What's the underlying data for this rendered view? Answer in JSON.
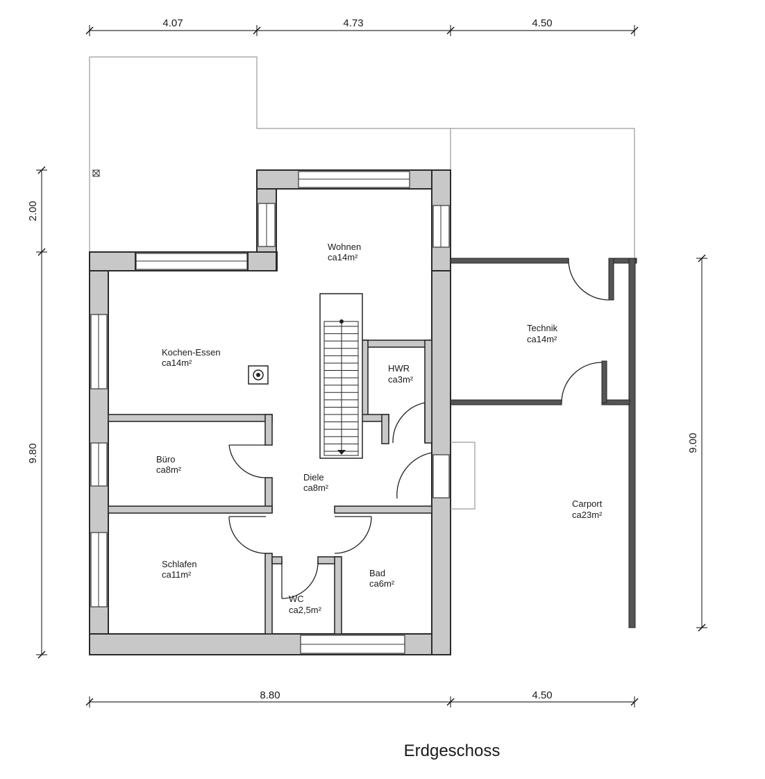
{
  "title": "Erdgeschoss",
  "dimensions": {
    "top": [
      "4.07",
      "4.73",
      "4.50"
    ],
    "bottom": [
      "8.80",
      "4.50"
    ],
    "left_upper": "2.00",
    "left_lower": "9.80",
    "right": "9.00"
  },
  "rooms": {
    "wohnen": {
      "name": "Wohnen",
      "area": "ca14m²"
    },
    "kochen": {
      "name": "Kochen-Essen",
      "area": "ca14m²"
    },
    "hwr": {
      "name": "HWR",
      "area": "ca3m²"
    },
    "technik": {
      "name": "Technik",
      "area": "ca14m²"
    },
    "buero": {
      "name": "Büro",
      "area": "ca8m²"
    },
    "diele": {
      "name": "Diele",
      "area": "ca8m²"
    },
    "carport": {
      "name": "Carport",
      "area": "ca23m²"
    },
    "schlafen": {
      "name": "Schlafen",
      "area": "ca11m²"
    },
    "bad": {
      "name": "Bad",
      "area": "ca6m²"
    },
    "wc": {
      "name": "WC",
      "area": "ca2,5m²"
    }
  }
}
